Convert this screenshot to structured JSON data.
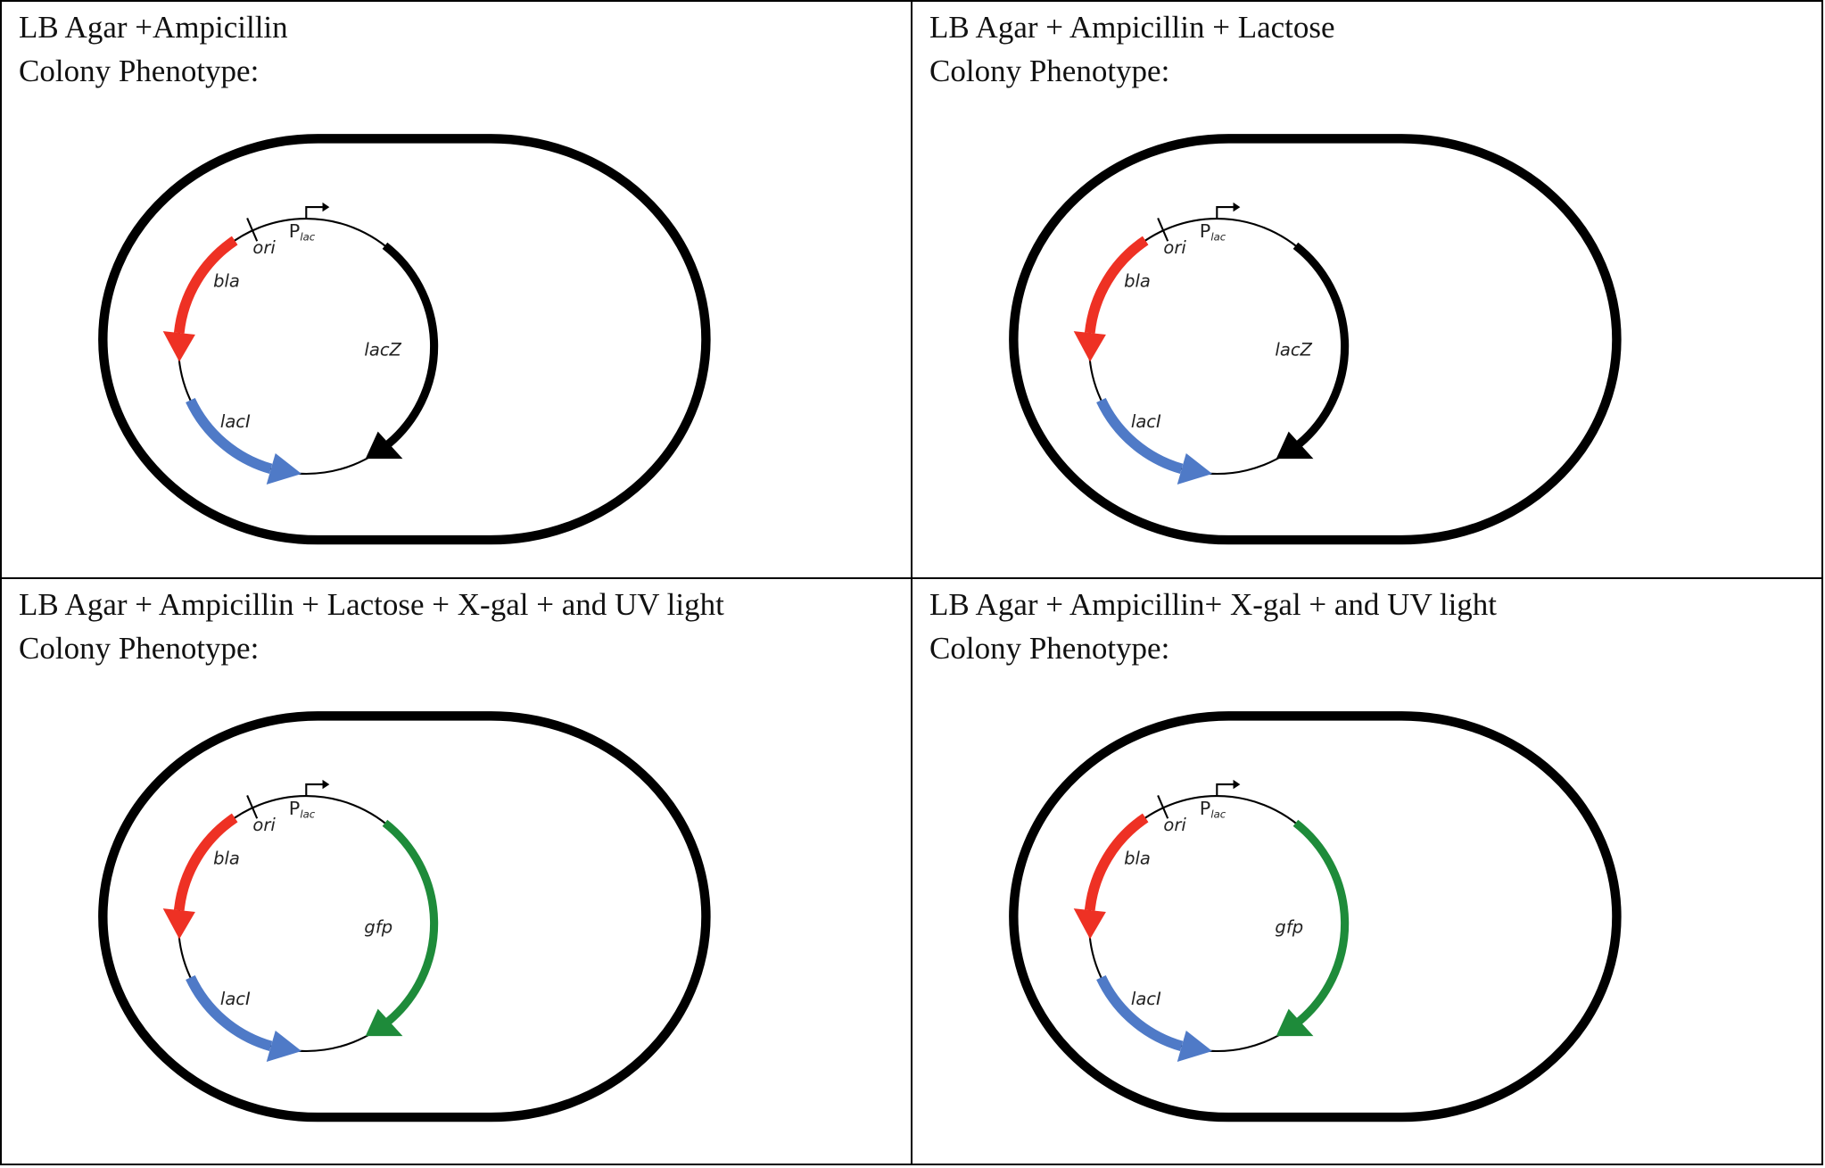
{
  "colors": {
    "bla": "#ee3124",
    "lacI": "#4f7ac7",
    "lacZ": "#000000",
    "gfp": "#1e8b3a"
  },
  "labels": {
    "ori": "ori",
    "p": "P",
    "lac_sub": "lac",
    "bla": "bla",
    "lacI": "lacI",
    "lacZ": "lacZ",
    "gfp": "gfp"
  },
  "cells": [
    {
      "title": "LB Agar +Ampicillin",
      "phenotype_label": "Colony Phenotype:",
      "gene": "lacZ"
    },
    {
      "title": "LB Agar + Ampicillin + Lactose",
      "phenotype_label": "Colony Phenotype:",
      "gene": "lacZ"
    },
    {
      "title": "LB Agar + Ampicillin + Lactose + X-gal + and UV light",
      "phenotype_label": "Colony Phenotype:",
      "gene": "gfp"
    },
    {
      "title": "LB Agar + Ampicillin+ X-gal + and UV light",
      "phenotype_label": "Colony Phenotype:",
      "gene": "gfp"
    }
  ]
}
